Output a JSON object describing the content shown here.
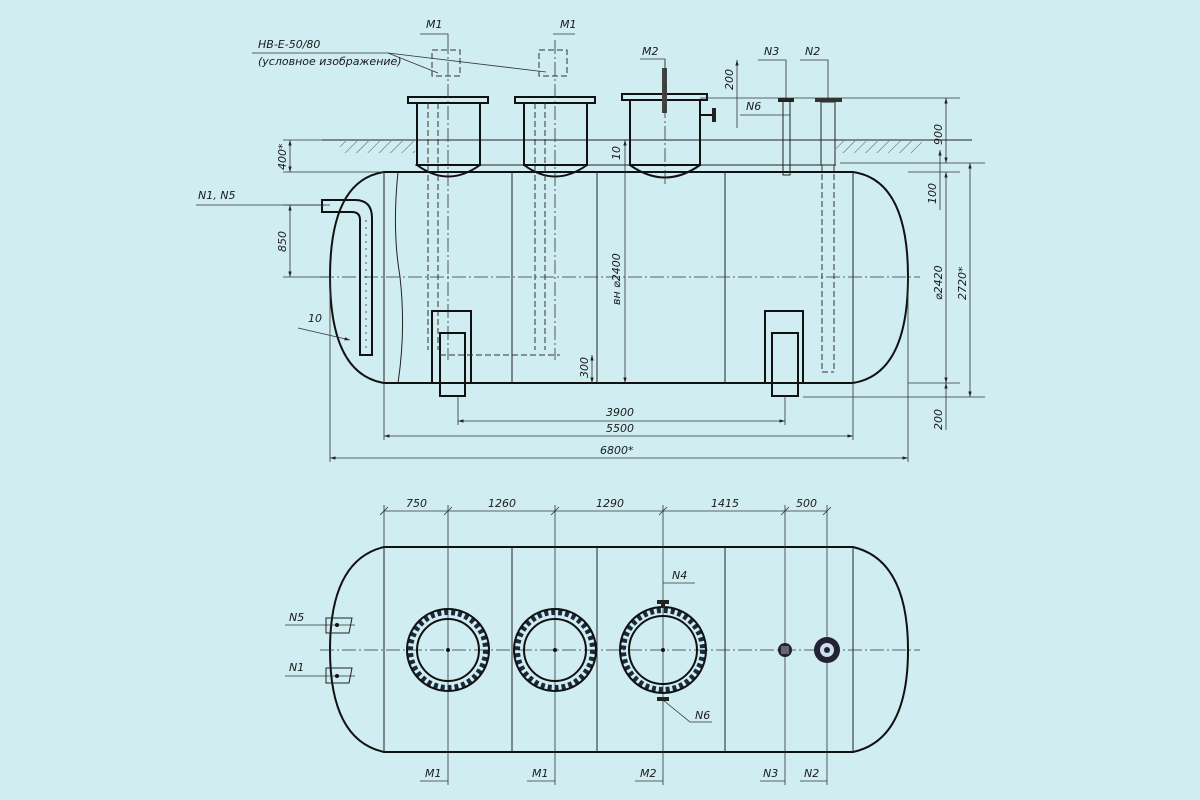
{
  "callout": {
    "model": "НВ-Е-50/80",
    "note": "(условное изображение)"
  },
  "elevation": {
    "nozzles": {
      "m1a": "M1",
      "m1b": "M1",
      "m2": "M2",
      "n3": "N3",
      "n2": "N2",
      "n6": "N6",
      "n1n5": "N1, N5"
    },
    "dims": {
      "d200_top": "200",
      "d900": "900",
      "d100": "100",
      "d2420": "⌀2420",
      "d2720": "2720*",
      "d200_bot": "200",
      "d400": "400*",
      "d850": "850",
      "d10_left": "10",
      "d10_mid": "10",
      "d300": "300",
      "inner": "вн ⌀2400",
      "d3900": "3900",
      "d5500": "5500",
      "d6800": "6800*"
    }
  },
  "plan": {
    "dims": [
      "750",
      "1260",
      "1290",
      "1415",
      "500"
    ],
    "bottom_labels": [
      "M1",
      "M1",
      "M2",
      "N3",
      "N2"
    ],
    "n5": "N5",
    "n1": "N1",
    "n4": "N4",
    "n6": "N6"
  }
}
